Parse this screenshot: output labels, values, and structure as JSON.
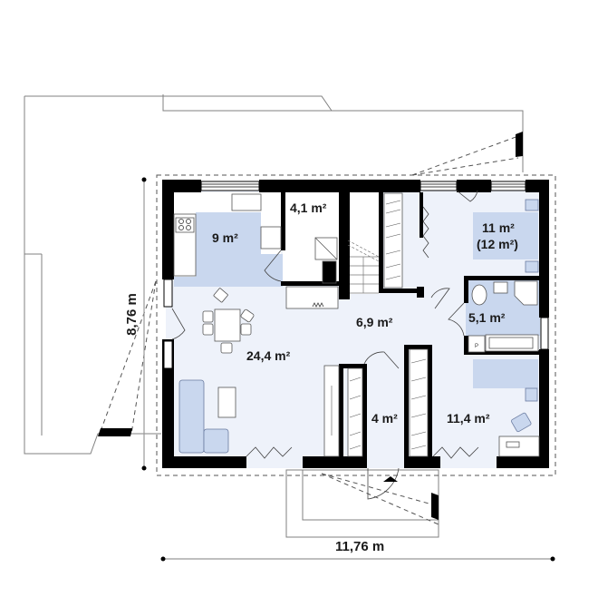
{
  "plan": {
    "colors": {
      "wall": "#000000",
      "floor": "#eef2fa",
      "highlight": "#c9d7ee",
      "outline": "#808080",
      "dashed": "#555555",
      "text": "#1a1a1a"
    },
    "rooms": [
      {
        "id": "kitchen",
        "area": "9 m²"
      },
      {
        "id": "utility",
        "area": "4,1 m²"
      },
      {
        "id": "living",
        "area": "24,4 m²"
      },
      {
        "id": "hall",
        "area": "6,9 m²"
      },
      {
        "id": "bedroom-1",
        "area": "11 m²",
        "area_alt": "(12 m²)"
      },
      {
        "id": "bathroom",
        "area": "5,1 m²"
      },
      {
        "id": "closet",
        "area": "4 m²"
      },
      {
        "id": "bedroom-2",
        "area": "11,4 m²"
      }
    ],
    "dimensions": {
      "width": "11,76 m",
      "depth": "8,76 m"
    },
    "fixtures": {
      "boiler_label": "P"
    }
  }
}
